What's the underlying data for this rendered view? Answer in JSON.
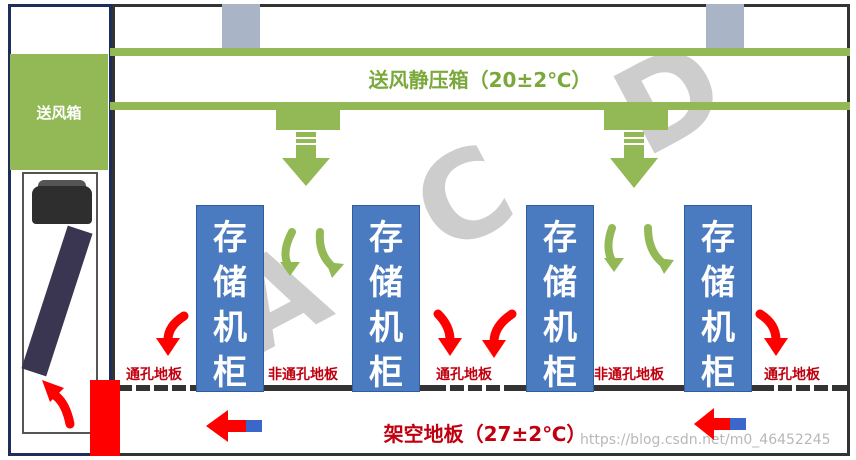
{
  "plenum": {
    "label": "送风静压箱（20±2℃）"
  },
  "supply_box": {
    "label": "送风箱"
  },
  "racks": [
    {
      "lines": [
        "存",
        "储",
        "机",
        "柜"
      ]
    },
    {
      "lines": [
        "存",
        "储",
        "机",
        "柜"
      ]
    },
    {
      "lines": [
        "存",
        "储",
        "机",
        "柜"
      ]
    },
    {
      "lines": [
        "存",
        "储",
        "机",
        "柜"
      ]
    }
  ],
  "tiles": {
    "perforated": "通孔地板",
    "solid": "非通孔地板"
  },
  "raised_floor": {
    "label": "架空地板（27±2℃）"
  },
  "logo_letters": [
    "A",
    "C",
    "D"
  ],
  "watermark": "https://blog.csdn.net/m0_46452245",
  "colors": {
    "green": "#93b956",
    "rack_blue": "#4a7bc0",
    "red": "#ff0000",
    "label_red": "#c0000f"
  }
}
